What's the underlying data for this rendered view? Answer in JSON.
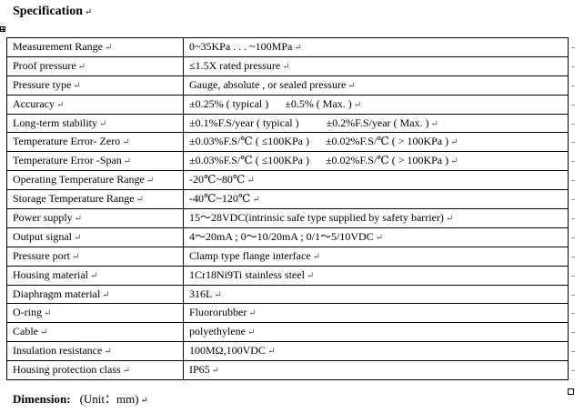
{
  "heading": "Specification",
  "paragraph_mark": "↵",
  "rows": [
    {
      "label": "Measurement Range",
      "value": "0~35KPa . . . ~100MPa"
    },
    {
      "label": "Proof pressure",
      "value": "≤1.5X rated pressure"
    },
    {
      "label": "Pressure type",
      "value": "Gauge, absolute , or sealed pressure"
    },
    {
      "label": "Accuracy",
      "value": "±0.25% ( typical )      ±0.5% ( Max. )"
    },
    {
      "label": "Long-term stability",
      "value": "±0.1%F.S/year ( typical )          ±0.2%F.S/year ( Max. )"
    },
    {
      "label": "Temperature Error- Zero",
      "value": "±0.03%F.S/℃ ( ≤100KPa )      ±0.02%F.S/℃ ( > 100KPa )"
    },
    {
      "label": "Temperature Error -Span",
      "value": "±0.03%F.S/℃ ( ≤100KPa )      ±0.02%F.S/℃ ( > 100KPa )"
    },
    {
      "label": "Operating Temperature Range",
      "value": "-20℃~80℃"
    },
    {
      "label": "Storage Temperature    Range",
      "value": "-40℃~120℃"
    },
    {
      "label": "Power supply",
      "value": "15～28VDC(intrinsic safe type supplied by safety barrier)"
    },
    {
      "label": "Output signal",
      "value": "4～20mA ; 0～10/20mA ; 0/1～5/10VDC"
    },
    {
      "label": "Pressure port",
      "value": "Clamp type flange interface"
    },
    {
      "label": "Housing material",
      "value": "1Cr18Ni9Ti stainless steel"
    },
    {
      "label": "Diaphragm material",
      "value": "316L"
    },
    {
      "label": "O-ring",
      "value": "Fluororubber"
    },
    {
      "label": "Cable",
      "value": "polyethylene"
    },
    {
      "label": "Insulation resistance",
      "value": "100MΩ,100VDC"
    },
    {
      "label": "Housing protection class",
      "value": "IP65"
    }
  ],
  "dimension": {
    "label": "Dimension:",
    "unit": "(Unit：mm)"
  }
}
